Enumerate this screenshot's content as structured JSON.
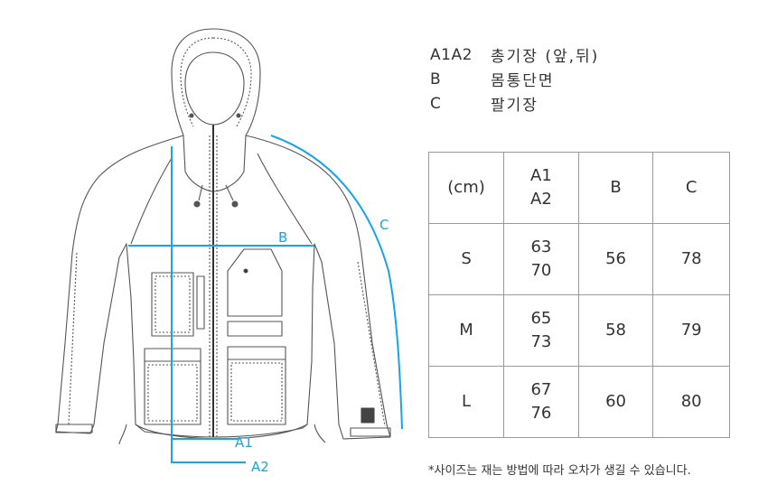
{
  "legend": [
    {
      "key": "A1A2",
      "desc": "총기장 (앞,뒤)"
    },
    {
      "key": "B",
      "desc": "몸통단면"
    },
    {
      "key": "C",
      "desc": "팔기장"
    }
  ],
  "table": {
    "header": [
      "(cm)",
      [
        "A1",
        "A2"
      ],
      "B",
      "C"
    ],
    "rows": [
      {
        "size": "S",
        "a": [
          "63",
          "70"
        ],
        "b": "56",
        "c": "78"
      },
      {
        "size": "M",
        "a": [
          "65",
          "73"
        ],
        "b": "58",
        "c": "79"
      },
      {
        "size": "L",
        "a": [
          "67",
          "76"
        ],
        "b": "60",
        "c": "80"
      }
    ]
  },
  "note": "*사이즈는 재는 방법에 따라 오차가 생길 수 있습니다.",
  "diagram": {
    "labels": {
      "a1": "A1",
      "a2": "A2",
      "b": "B",
      "c": "C"
    },
    "measure_color": "#1aa3e6"
  }
}
